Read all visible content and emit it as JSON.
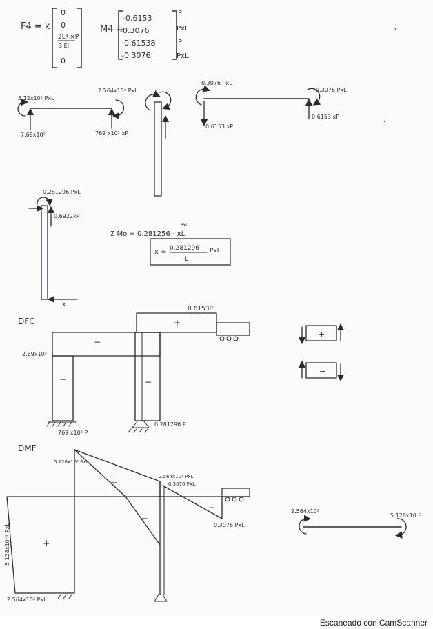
{
  "footer": {
    "watermark": "Escaneado con CamScanner"
  },
  "equations": {
    "f4_lhs": "F4 = k",
    "f4_vec": [
      "0",
      "0",
      "2L³ ×P",
      "3 EI",
      "0"
    ],
    "m4_lhs": "M4 =",
    "m4_vec": [
      "-0.6153",
      "-0.3076",
      "0.61538",
      "-0.3076"
    ],
    "m4_units": [
      "P",
      "PxL",
      "P",
      "PxL"
    ]
  },
  "fbd": {
    "beam_left_moment": "5.12x10² PxL",
    "beam_right_moment": "2.564x10² PxL",
    "beam_left_force": "7.69x10²",
    "beam_right_force": "769 x10² xP",
    "top_left_moment": "0.3076 PxL",
    "top_right_moment": "0.3076 PxL",
    "top_left_force": "0.6153 xP",
    "top_right_force": "0.6153 xP",
    "column_moment": "0.281296 PxL",
    "column_force": "0.6922xP",
    "column_x": "x",
    "sum_moment": "Σ Mo = 0.281256 - xL",
    "sum_moment_sup": "PxL",
    "x_result_lhs": "x =",
    "x_result_num": "0.281296",
    "x_result_unit": "PxL",
    "x_result_den": "L"
  },
  "dfc": {
    "title": "DFC",
    "top_value": "0.6153P",
    "plus": "+",
    "minus": "−",
    "left_value": "2.69x10²",
    "bottom_left": "769 x10² P",
    "bottom_right": "0.281296 P",
    "sign_plus": "+",
    "sign_minus": "−"
  },
  "dmf": {
    "title": "DMF",
    "top_value": "5.128x10² PxL",
    "mid_value1": "2.564x10² PxL",
    "mid_value2": "0.3076 PxL",
    "right_value": "0.3076 PxL",
    "left_vertical": "5.128x10⁻² PxL",
    "bottom_left": "2.564x10² PxL",
    "plus": "+",
    "minus": "−",
    "beam_left": "2.564x10²",
    "beam_right": "5.128x10⁻²"
  }
}
